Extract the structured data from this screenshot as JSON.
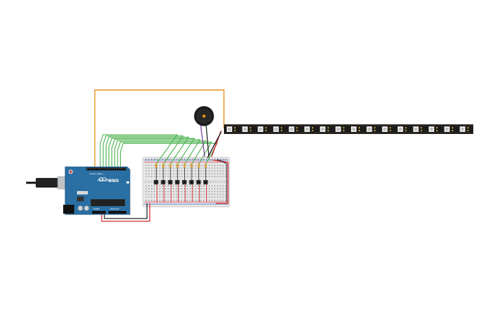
{
  "board": {
    "brand_label": "ARDUINO",
    "model_label": "UNO",
    "digital_label": "DIGITAL (PWM~)",
    "analog_label": "ANALOG IN",
    "power_label": "POWER"
  },
  "led_strip": {
    "pixel_count": 16
  },
  "breadboard": {
    "button_count": 8,
    "resistor_count": 8
  },
  "colors": {
    "board": "#2a6fa3",
    "strip": "#1b1b1b",
    "wire_orange": "#e3901e",
    "wire_green": "#46b04a",
    "wire_red": "#d8262b",
    "wire_black": "#222222",
    "wire_purple": "#7b3f9e",
    "breadboard": "#e6e6e6"
  }
}
